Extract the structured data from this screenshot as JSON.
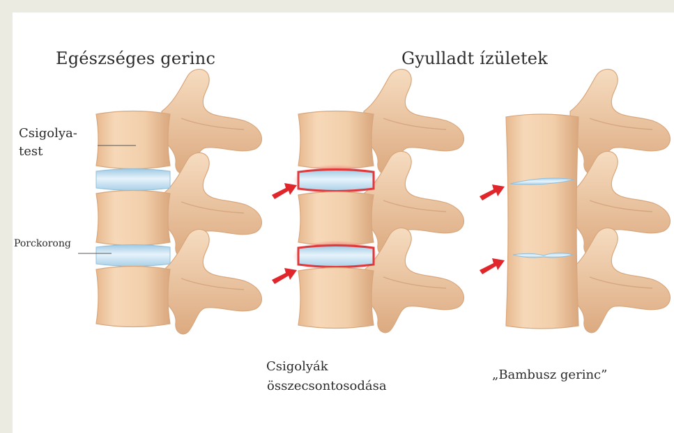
{
  "titles": {
    "healthy": "Egészséges gerinc",
    "inflamed": "Gyulladt ízületek"
  },
  "labels": {
    "vertebral_body_line1": "Csigolya-",
    "vertebral_body_line2": "test",
    "disc": "Porckorong"
  },
  "captions": {
    "fusion_line1": "Csigolyák",
    "fusion_line2": "összecsontosodása",
    "bamboo": "„Bambusz gerinc”"
  },
  "colors": {
    "bone": "#f0cba4",
    "bone_shadow": "#d9a77d",
    "disc": "#b5d8ec",
    "disc_highlight": "#e6f3fb",
    "inflammation": "#e0393c",
    "arrow": "#e0262a"
  }
}
